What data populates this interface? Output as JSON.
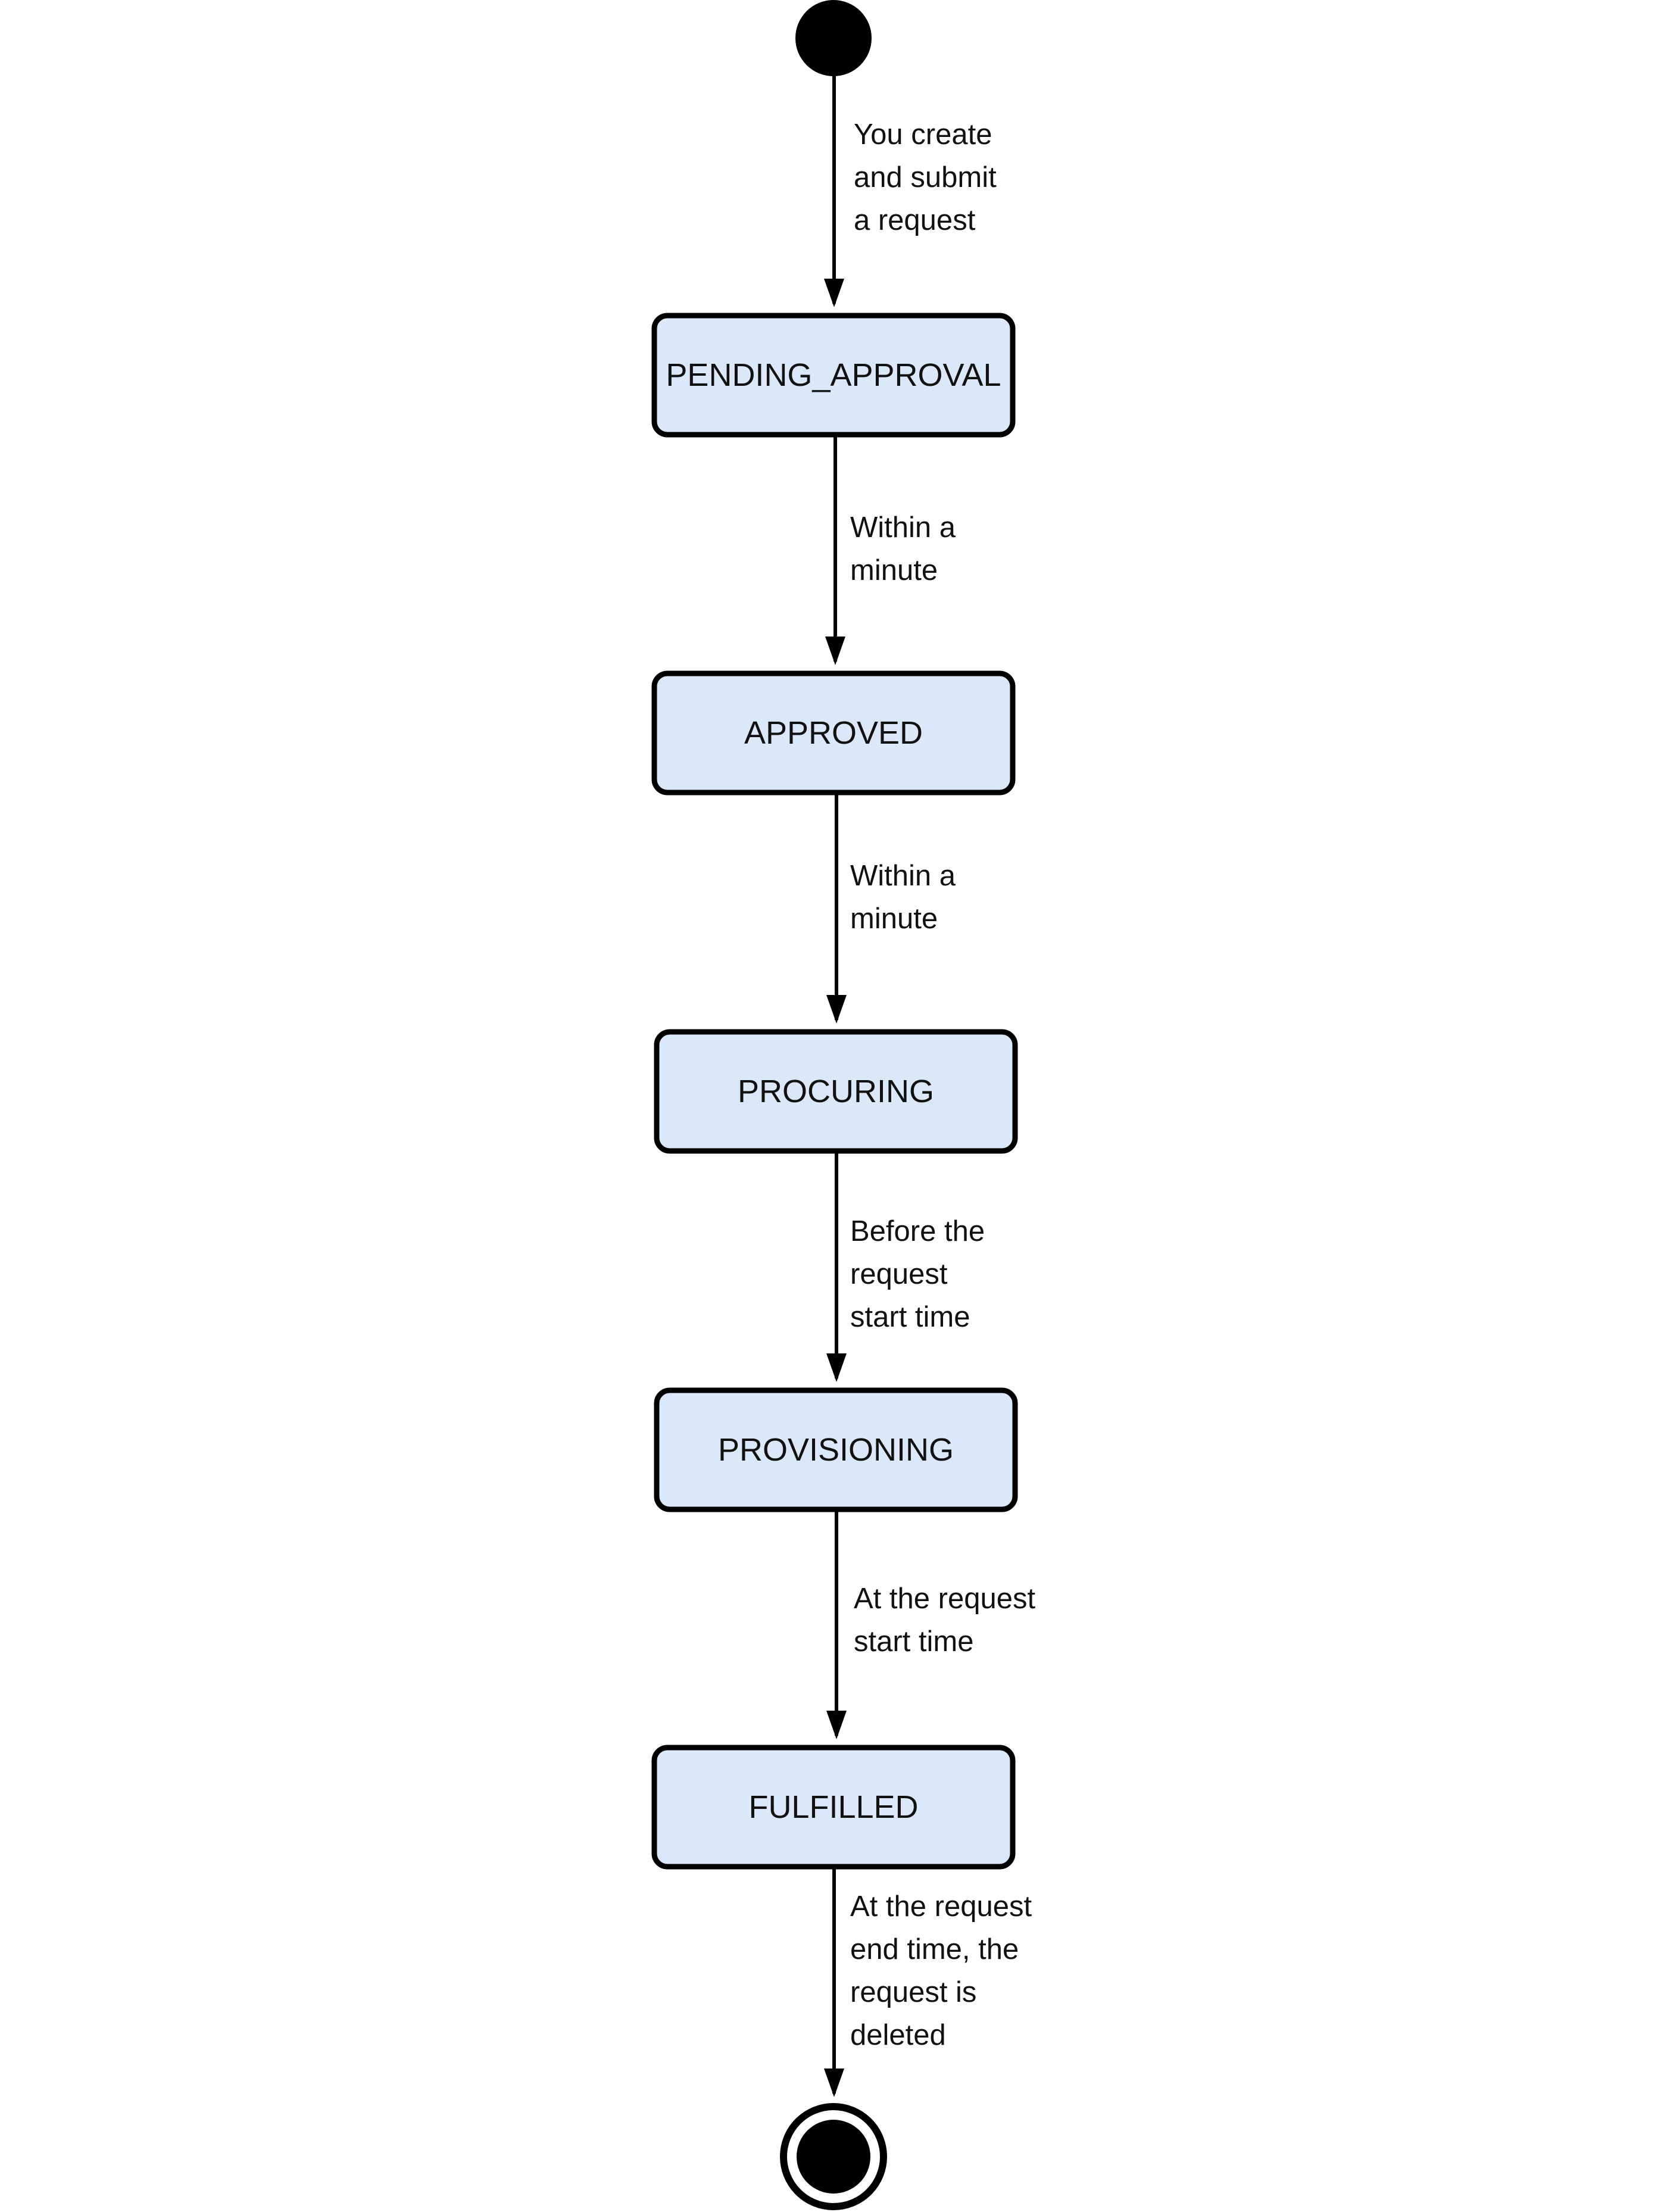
{
  "diagram": {
    "type": "state-diagram",
    "colors": {
      "state_fill": "#dae8fa",
      "state_border": "#000000",
      "line": "#000000",
      "text": "#111111",
      "background": "#ffffff"
    },
    "states": [
      {
        "id": "pending",
        "label": "PENDING_APPROVAL"
      },
      {
        "id": "approved",
        "label": "APPROVED"
      },
      {
        "id": "procuring",
        "label": "PROCURING"
      },
      {
        "id": "provisioning",
        "label": "PROVISIONING"
      },
      {
        "id": "fulfilled",
        "label": "FULFILLED"
      }
    ],
    "transitions": [
      {
        "from": "start",
        "to": "pending",
        "label_lines": [
          "You create",
          "and submit",
          "a request"
        ]
      },
      {
        "from": "pending",
        "to": "approved",
        "label_lines": [
          "Within a",
          "minute"
        ]
      },
      {
        "from": "approved",
        "to": "procuring",
        "label_lines": [
          "Within a",
          "minute"
        ]
      },
      {
        "from": "procuring",
        "to": "provisioning",
        "label_lines": [
          "Before the",
          "request",
          "start time"
        ]
      },
      {
        "from": "provisioning",
        "to": "fulfilled",
        "label_lines": [
          "At the request",
          "start time"
        ]
      },
      {
        "from": "fulfilled",
        "to": "end",
        "label_lines": [
          "At the request",
          "end time, the",
          "request is",
          "deleted"
        ]
      }
    ]
  }
}
